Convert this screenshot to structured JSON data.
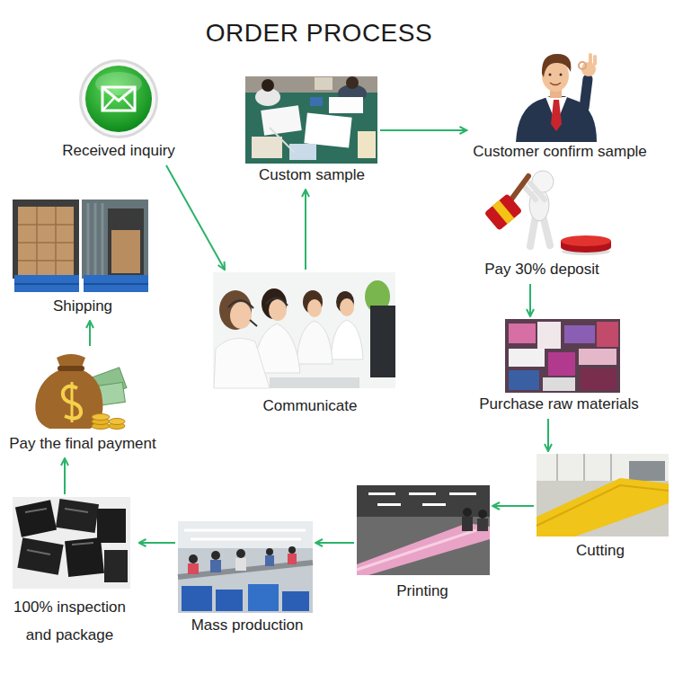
{
  "diagram": {
    "title": "ORDER PROCESS",
    "nodes": [
      {
        "text": [
          "Received inquiry"
        ]
      },
      {
        "text": [
          "Communicate"
        ]
      },
      {
        "text": [
          "Custom sample"
        ]
      },
      {
        "text": [
          "Customer confirm sample"
        ]
      },
      {
        "text": [
          "Pay 30% deposit"
        ]
      },
      {
        "text": [
          "Purchase raw materials"
        ]
      },
      {
        "text": [
          "Cutting"
        ]
      },
      {
        "text": [
          "Printing"
        ]
      },
      {
        "text": [
          "Mass production"
        ]
      },
      {
        "text": [
          "100% inspection and package"
        ]
      },
      {
        "text": [
          "Pay the final payment"
        ]
      },
      {
        "text": [
          "Shipping"
        ]
      }
    ],
    "edges": [
      {
        "from": 0,
        "to": 1,
        "arrow": "to"
      },
      {
        "from": 1,
        "to": 2,
        "arrow": "to"
      },
      {
        "from": 2,
        "to": 3,
        "arrow": "to"
      },
      {
        "from": 4,
        "to": 5,
        "arrow": "to"
      },
      {
        "from": 5,
        "to": 6,
        "arrow": "to"
      },
      {
        "from": 6,
        "to": 7,
        "arrow": "to"
      },
      {
        "from": 7,
        "to": 8,
        "arrow": "to"
      },
      {
        "from": 8,
        "to": 9,
        "arrow": "to"
      },
      {
        "from": 9,
        "to": 10,
        "arrow": "to"
      },
      {
        "from": 10,
        "to": 11,
        "arrow": "to"
      }
    ]
  }
}
